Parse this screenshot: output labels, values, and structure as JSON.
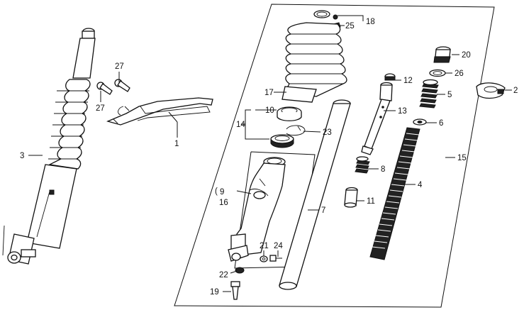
{
  "diagram": {
    "callouts": [
      {
        "id": "c1",
        "text": "1"
      },
      {
        "id": "c2",
        "text": "2"
      },
      {
        "id": "c3",
        "text": "3"
      },
      {
        "id": "c4",
        "text": "4"
      },
      {
        "id": "c5",
        "text": "5"
      },
      {
        "id": "c6",
        "text": "6"
      },
      {
        "id": "c7",
        "text": "7"
      },
      {
        "id": "c8",
        "text": "8"
      },
      {
        "id": "c9",
        "text": "9"
      },
      {
        "id": "c10",
        "text": "10"
      },
      {
        "id": "c11",
        "text": "11"
      },
      {
        "id": "c12",
        "text": "12"
      },
      {
        "id": "c13",
        "text": "13"
      },
      {
        "id": "c14",
        "text": "14"
      },
      {
        "id": "c15",
        "text": "15"
      },
      {
        "id": "c16",
        "text": "16"
      },
      {
        "id": "c17",
        "text": "17"
      },
      {
        "id": "c18",
        "text": "18"
      },
      {
        "id": "c19",
        "text": "19"
      },
      {
        "id": "c20",
        "text": "20"
      },
      {
        "id": "c21",
        "text": "21"
      },
      {
        "id": "c22",
        "text": "22"
      },
      {
        "id": "c23",
        "text": "23"
      },
      {
        "id": "c24",
        "text": "24"
      },
      {
        "id": "c25",
        "text": "25"
      },
      {
        "id": "c26",
        "text": "26"
      },
      {
        "id": "c27a",
        "text": "27"
      },
      {
        "id": "c27b",
        "text": "27"
      }
    ],
    "bracket_open": "("
  }
}
